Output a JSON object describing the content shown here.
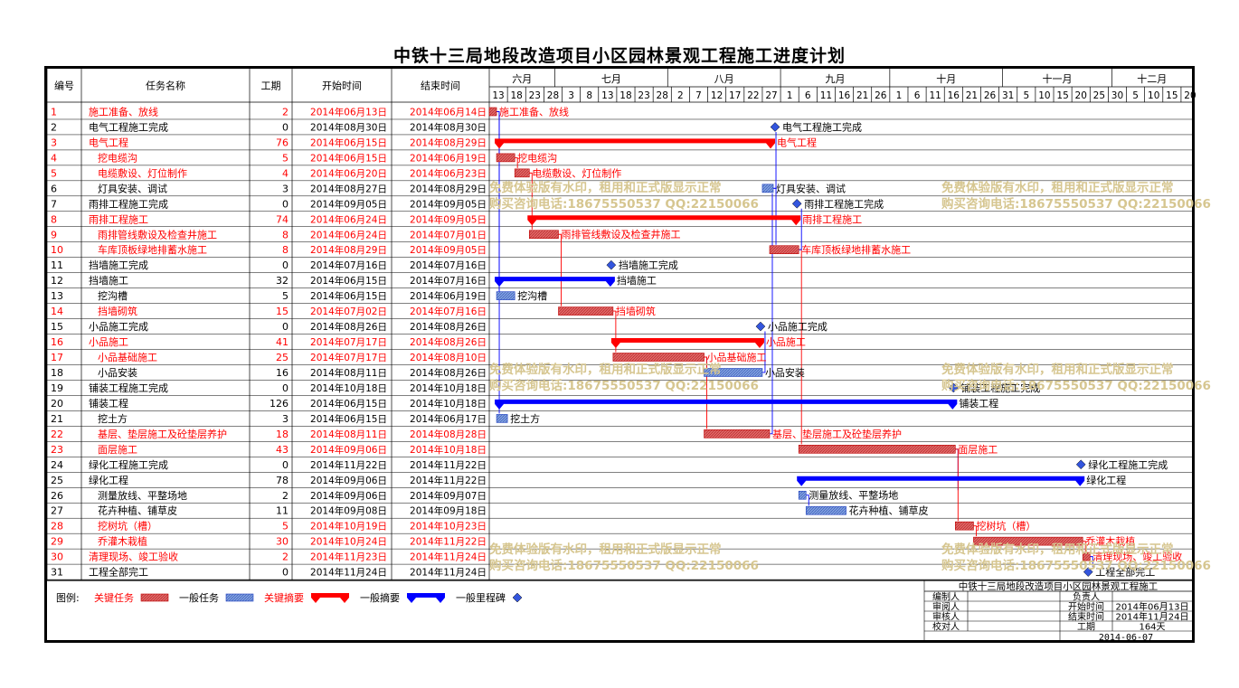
{
  "title": "中铁十三局地段改造项目小区园林景观工程施工进度计划",
  "headers": {
    "id": "编号",
    "name": "任务名称",
    "dur": "工期",
    "start": "开始时间",
    "end": "结束时间"
  },
  "months": [
    "六月",
    "七月",
    "八月",
    "九月",
    "十月",
    "十一月",
    "十二月"
  ],
  "days": [
    "13",
    "18",
    "23",
    "28",
    "3",
    "8",
    "13",
    "18",
    "23",
    "28",
    "2",
    "7",
    "12",
    "17",
    "22",
    "27",
    "1",
    "6",
    "11",
    "16",
    "21",
    "26",
    "1",
    "6",
    "11",
    "16",
    "21",
    "26",
    "31",
    "5",
    "10",
    "15",
    "20",
    "25",
    "30",
    "5",
    "10",
    "15",
    "20"
  ],
  "colors": {
    "critical": "#ff0000",
    "normal": "#0000ff",
    "critical_bar": "#e06666",
    "normal_bar": "#6d8fd9",
    "watermark": "#d6c690"
  },
  "chart_data": {
    "type": "gantt",
    "x_axis": {
      "type": "date",
      "start": "2014-06-13",
      "end": "2014-12-22"
    },
    "tasks": [
      {
        "id": "1",
        "name": "施工准备、放线",
        "dur": "2",
        "start": "2014年06月13日",
        "end": "2014年06月14日",
        "s": "2014-06-13",
        "e": "2014-06-14",
        "kind": "task",
        "critical": true,
        "label": "施工准备、放线"
      },
      {
        "id": "2",
        "name": "电气工程施工完成",
        "dur": "0",
        "start": "2014年08月30日",
        "end": "2014年08月30日",
        "s": "2014-08-30",
        "e": "2014-08-30",
        "kind": "milestone",
        "critical": false,
        "label": "电气工程施工完成"
      },
      {
        "id": "3",
        "name": "电气工程",
        "dur": "76",
        "start": "2014年06月15日",
        "end": "2014年08月29日",
        "s": "2014-06-15",
        "e": "2014-08-29",
        "kind": "summary",
        "critical": true,
        "label": "电气工程"
      },
      {
        "id": "4",
        "name": "挖电缆沟",
        "dur": "5",
        "start": "2014年06月15日",
        "end": "2014年06月19日",
        "s": "2014-06-15",
        "e": "2014-06-19",
        "kind": "task",
        "critical": true,
        "label": "挖电缆沟",
        "indent": 1
      },
      {
        "id": "5",
        "name": "电缆敷设、灯位制作",
        "dur": "4",
        "start": "2014年06月20日",
        "end": "2014年06月23日",
        "s": "2014-06-20",
        "e": "2014-06-23",
        "kind": "task",
        "critical": true,
        "label": "电缆敷设、灯位制作",
        "indent": 1
      },
      {
        "id": "6",
        "name": "灯具安装、调试",
        "dur": "3",
        "start": "2014年08月27日",
        "end": "2014年08月29日",
        "s": "2014-08-27",
        "e": "2014-08-29",
        "kind": "task",
        "critical": false,
        "label": "灯具安装、调试",
        "indent": 1
      },
      {
        "id": "7",
        "name": "雨排工程施工完成",
        "dur": "0",
        "start": "2014年09月05日",
        "end": "2014年09月05日",
        "s": "2014-09-05",
        "e": "2014-09-05",
        "kind": "milestone",
        "critical": false,
        "label": "雨排工程施工完成"
      },
      {
        "id": "8",
        "name": "雨排工程施工",
        "dur": "74",
        "start": "2014年06月24日",
        "end": "2014年09月05日",
        "s": "2014-06-24",
        "e": "2014-09-05",
        "kind": "summary",
        "critical": true,
        "label": "雨排工程施工"
      },
      {
        "id": "9",
        "name": "雨排管线敷设及检查井施工",
        "dur": "8",
        "start": "2014年06月24日",
        "end": "2014年07月01日",
        "s": "2014-06-24",
        "e": "2014-07-01",
        "kind": "task",
        "critical": true,
        "label": "雨排管线敷设及检查井施工",
        "indent": 1
      },
      {
        "id": "10",
        "name": "车库顶板绿地排蓄水施工",
        "dur": "8",
        "start": "2014年08月29日",
        "end": "2014年09月05日",
        "s": "2014-08-29",
        "e": "2014-09-05",
        "kind": "task",
        "critical": true,
        "label": "车库顶板绿地排蓄水施工",
        "indent": 1
      },
      {
        "id": "11",
        "name": "挡墙施工完成",
        "dur": "0",
        "start": "2014年07月16日",
        "end": "2014年07月16日",
        "s": "2014-07-16",
        "e": "2014-07-16",
        "kind": "milestone",
        "critical": false,
        "label": "挡墙施工完成"
      },
      {
        "id": "12",
        "name": "挡墙施工",
        "dur": "32",
        "start": "2014年06月15日",
        "end": "2014年07月16日",
        "s": "2014-06-15",
        "e": "2014-07-16",
        "kind": "summary",
        "critical": false,
        "label": "挡墙施工"
      },
      {
        "id": "13",
        "name": "挖沟槽",
        "dur": "5",
        "start": "2014年06月15日",
        "end": "2014年06月19日",
        "s": "2014-06-15",
        "e": "2014-06-19",
        "kind": "task",
        "critical": false,
        "label": "挖沟槽",
        "indent": 1
      },
      {
        "id": "14",
        "name": "挡墙砌筑",
        "dur": "15",
        "start": "2014年07月02日",
        "end": "2014年07月16日",
        "s": "2014-07-02",
        "e": "2014-07-16",
        "kind": "task",
        "critical": true,
        "label": "挡墙砌筑",
        "indent": 1
      },
      {
        "id": "15",
        "name": "小品施工完成",
        "dur": "0",
        "start": "2014年08月26日",
        "end": "2014年08月26日",
        "s": "2014-08-26",
        "e": "2014-08-26",
        "kind": "milestone",
        "critical": false,
        "label": "小品施工完成"
      },
      {
        "id": "16",
        "name": "小品施工",
        "dur": "41",
        "start": "2014年07月17日",
        "end": "2014年08月26日",
        "s": "2014-07-17",
        "e": "2014-08-26",
        "kind": "summary",
        "critical": true,
        "label": "小品施工"
      },
      {
        "id": "17",
        "name": "小品基础施工",
        "dur": "25",
        "start": "2014年07月17日",
        "end": "2014年08月10日",
        "s": "2014-07-17",
        "e": "2014-08-10",
        "kind": "task",
        "critical": true,
        "label": "小品基础施工",
        "indent": 1
      },
      {
        "id": "18",
        "name": "小品安装",
        "dur": "16",
        "start": "2014年08月11日",
        "end": "2014年08月26日",
        "s": "2014-08-11",
        "e": "2014-08-26",
        "kind": "task",
        "critical": false,
        "label": "小品安装",
        "indent": 1
      },
      {
        "id": "19",
        "name": "铺装工程施工完成",
        "dur": "0",
        "start": "2014年10月18日",
        "end": "2014年10月18日",
        "s": "2014-10-18",
        "e": "2014-10-18",
        "kind": "milestone",
        "critical": false,
        "label": "铺装工程施工完成"
      },
      {
        "id": "20",
        "name": "铺装工程",
        "dur": "126",
        "start": "2014年06月15日",
        "end": "2014年10月18日",
        "s": "2014-06-15",
        "e": "2014-10-18",
        "kind": "summary",
        "critical": false,
        "label": "铺装工程"
      },
      {
        "id": "21",
        "name": "挖土方",
        "dur": "3",
        "start": "2014年06月15日",
        "end": "2014年06月17日",
        "s": "2014-06-15",
        "e": "2014-06-17",
        "kind": "task",
        "critical": false,
        "label": "挖土方",
        "indent": 1
      },
      {
        "id": "22",
        "name": "基层、垫层施工及砼垫层养护",
        "dur": "18",
        "start": "2014年08月11日",
        "end": "2014年08月28日",
        "s": "2014-08-11",
        "e": "2014-08-28",
        "kind": "task",
        "critical": true,
        "label": "基层、垫层施工及砼垫层养护",
        "indent": 1
      },
      {
        "id": "23",
        "name": "面层施工",
        "dur": "43",
        "start": "2014年09月06日",
        "end": "2014年10月18日",
        "s": "2014-09-06",
        "e": "2014-10-18",
        "kind": "task",
        "critical": true,
        "label": "面层施工",
        "indent": 1
      },
      {
        "id": "24",
        "name": "绿化工程施工完成",
        "dur": "0",
        "start": "2014年11月22日",
        "end": "2014年11月22日",
        "s": "2014-11-22",
        "e": "2014-11-22",
        "kind": "milestone",
        "critical": false,
        "label": "绿化工程施工完成"
      },
      {
        "id": "25",
        "name": "绿化工程",
        "dur": "78",
        "start": "2014年09月06日",
        "end": "2014年11月22日",
        "s": "2014-09-06",
        "e": "2014-11-22",
        "kind": "summary",
        "critical": false,
        "label": "绿化工程"
      },
      {
        "id": "26",
        "name": "测量放线、平整场地",
        "dur": "2",
        "start": "2014年09月06日",
        "end": "2014年09月07日",
        "s": "2014-09-06",
        "e": "2014-09-07",
        "kind": "task",
        "critical": false,
        "label": "测量放线、平整场地",
        "indent": 1
      },
      {
        "id": "27",
        "name": "花卉种植、铺草皮",
        "dur": "11",
        "start": "2014年09月08日",
        "end": "2014年09月18日",
        "s": "2014-09-08",
        "e": "2014-09-18",
        "kind": "task",
        "critical": false,
        "label": "花卉种植、铺草皮",
        "indent": 1
      },
      {
        "id": "28",
        "name": "挖树坑（槽）",
        "dur": "5",
        "start": "2014年10月19日",
        "end": "2014年10月23日",
        "s": "2014-10-19",
        "e": "2014-10-23",
        "kind": "task",
        "critical": true,
        "label": "挖树坑（槽）",
        "indent": 1
      },
      {
        "id": "29",
        "name": "乔灌木栽植",
        "dur": "30",
        "start": "2014年10月24日",
        "end": "2014年11月22日",
        "s": "2014-10-24",
        "e": "2014-11-22",
        "kind": "task",
        "critical": true,
        "label": "乔灌木栽植",
        "indent": 1
      },
      {
        "id": "30",
        "name": "清理现场、竣工验收",
        "dur": "2",
        "start": "2014年11月23日",
        "end": "2014年11月24日",
        "s": "2014-11-23",
        "e": "2014-11-24",
        "kind": "task",
        "critical": true,
        "label": "清理现场、竣工验收"
      },
      {
        "id": "31",
        "name": "工程全部完工",
        "dur": "0",
        "start": "2014年11月24日",
        "end": "2014年11月24日",
        "s": "2014-11-24",
        "e": "2014-11-24",
        "kind": "milestone",
        "critical": false,
        "label": "工程全部完工"
      }
    ],
    "links": [
      [
        "1",
        "4"
      ],
      [
        "4",
        "5"
      ],
      [
        "5",
        "9"
      ],
      [
        "9",
        "14"
      ],
      [
        "14",
        "17"
      ],
      [
        "17",
        "18"
      ],
      [
        "17",
        "22"
      ],
      [
        "22",
        "6"
      ],
      [
        "6",
        "10"
      ],
      [
        "10",
        "23"
      ],
      [
        "23",
        "26"
      ],
      [
        "26",
        "27"
      ],
      [
        "23",
        "28"
      ],
      [
        "28",
        "29"
      ],
      [
        "29",
        "30"
      ],
      [
        "1",
        "13"
      ],
      [
        "1",
        "21"
      ],
      [
        "18",
        "15"
      ],
      [
        "6",
        "2"
      ],
      [
        "10",
        "7"
      ],
      [
        "30",
        "31"
      ]
    ]
  },
  "legend": {
    "label": "图例:",
    "items": [
      {
        "text": "关键任务",
        "type": "critical_task"
      },
      {
        "text": "一般任务",
        "type": "normal_task"
      },
      {
        "text": "关键摘要",
        "type": "critical_summary"
      },
      {
        "text": "一般摘要",
        "type": "normal_summary"
      },
      {
        "text": "一般里程碑",
        "type": "milestone"
      }
    ]
  },
  "infobox": {
    "title": "中铁十三局地段改造项目小区园林景观工程施工",
    "left": [
      "编制人",
      "审阅人",
      "审核人",
      "校对人"
    ],
    "right_labels": [
      "负责人",
      "开始时间",
      "结束时间",
      "工期"
    ],
    "right_values": [
      "",
      "2014年06月13日",
      "2014年11月24日",
      "164天"
    ],
    "date": "2014-06-07"
  },
  "watermark": {
    "line1": "免费体验版有水印，租用和正式版显示正常",
    "line2": "购买咨询电话:18675550537 QQ:22150066"
  }
}
